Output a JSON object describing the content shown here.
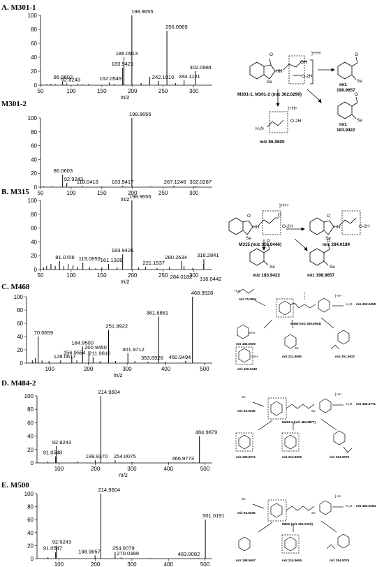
{
  "chart_data": [
    {
      "id": "m301-1",
      "type": "bar",
      "title": "A. M301-1",
      "xlabel": "m/z",
      "ylabel": "",
      "xlim": [
        50,
        330
      ],
      "ylim": [
        0,
        100
      ],
      "xticks": [
        50,
        100,
        150,
        200,
        250,
        300
      ],
      "yticks": [
        0,
        20,
        40,
        60,
        80,
        100
      ],
      "peaks": [
        {
          "x": 52,
          "y": 1
        },
        {
          "x": 60,
          "y": 1.5
        },
        {
          "x": 67,
          "y": 2
        },
        {
          "x": 74,
          "y": 1.5
        },
        {
          "x": 86.0602,
          "y": 5,
          "label": "86.0602"
        },
        {
          "x": 92.9243,
          "y": 2.5,
          "label": "92.9243"
        },
        {
          "x": 110,
          "y": 2
        },
        {
          "x": 118,
          "y": 1.5
        },
        {
          "x": 128,
          "y": 1.5
        },
        {
          "x": 162.0549,
          "y": 4,
          "label": "162.0549"
        },
        {
          "x": 170,
          "y": 2
        },
        {
          "x": 183.9421,
          "y": 25,
          "label": "183.9421"
        },
        {
          "x": 186.0913,
          "y": 40,
          "label": "186.0913"
        },
        {
          "x": 198.9655,
          "y": 100,
          "label": "198.9655"
        },
        {
          "x": 214,
          "y": 3
        },
        {
          "x": 228,
          "y": 12
        },
        {
          "x": 242.101,
          "y": 6,
          "label": "242.1010"
        },
        {
          "x": 256.0969,
          "y": 78,
          "label": "256.0969"
        },
        {
          "x": 270,
          "y": 3
        },
        {
          "x": 284.1121,
          "y": 7,
          "label": "284.1121"
        },
        {
          "x": 302.0984,
          "y": 20,
          "label": "302.0984"
        }
      ]
    },
    {
      "id": "m301-2",
      "type": "bar",
      "title": "M301-2",
      "xlabel": "m/z",
      "ylabel": "",
      "xlim": [
        50,
        330
      ],
      "ylim": [
        0,
        100
      ],
      "xticks": [
        50,
        100,
        150,
        200,
        250,
        300
      ],
      "yticks": [
        0,
        20,
        40,
        60,
        80,
        100
      ],
      "peaks": [
        {
          "x": 55,
          "y": 1
        },
        {
          "x": 70,
          "y": 1
        },
        {
          "x": 86.0603,
          "y": 18,
          "label": "86.0603"
        },
        {
          "x": 92.9243,
          "y": 6,
          "label": "92.9243"
        },
        {
          "x": 118.0418,
          "y": 2,
          "label": "118.0418"
        },
        {
          "x": 150,
          "y": 1
        },
        {
          "x": 183.9417,
          "y": 2,
          "label": "183.9417"
        },
        {
          "x": 198.9656,
          "y": 100,
          "label": "198.9656"
        },
        {
          "x": 230,
          "y": 1
        },
        {
          "x": 267.1246,
          "y": 2,
          "label": "267.1246"
        },
        {
          "x": 302.0287,
          "y": 2,
          "label": "302.0287"
        }
      ]
    },
    {
      "id": "m315",
      "type": "bar",
      "title": "B. M315",
      "xlabel": "m/z",
      "ylabel": "",
      "xlim": [
        50,
        330
      ],
      "ylim": [
        0,
        100
      ],
      "xticks": [
        50,
        100,
        150,
        200,
        250,
        300
      ],
      "yticks": [
        0,
        20,
        40,
        60,
        80,
        100
      ],
      "peaks": [
        {
          "x": 55,
          "y": 3
        },
        {
          "x": 60,
          "y": 5
        },
        {
          "x": 67,
          "y": 8
        },
        {
          "x": 74,
          "y": 5
        },
        {
          "x": 81.0706,
          "y": 12,
          "label": "81.0706"
        },
        {
          "x": 88,
          "y": 5
        },
        {
          "x": 95,
          "y": 8
        },
        {
          "x": 103,
          "y": 6
        },
        {
          "x": 110,
          "y": 4
        },
        {
          "x": 119.0859,
          "y": 10,
          "label": "119.0859"
        },
        {
          "x": 130,
          "y": 3
        },
        {
          "x": 140,
          "y": 2
        },
        {
          "x": 150,
          "y": 3
        },
        {
          "x": 161.1328,
          "y": 8,
          "label": "161.1328"
        },
        {
          "x": 175,
          "y": 3
        },
        {
          "x": 183.9426,
          "y": 22,
          "label": "183.9426"
        },
        {
          "x": 198.9656,
          "y": 100,
          "label": "198.9656"
        },
        {
          "x": 210,
          "y": 3
        },
        {
          "x": 221.1537,
          "y": 4,
          "label": "221.1537"
        },
        {
          "x": 240,
          "y": 2
        },
        {
          "x": 260,
          "y": 3
        },
        {
          "x": 280.2634,
          "y": 12,
          "label": "280.2634"
        },
        {
          "x": 284.0182,
          "y": 5,
          "label": "284.0182"
        },
        {
          "x": 298,
          "y": 2
        },
        {
          "x": 316.2841,
          "y": 15,
          "label": "316.2841"
        },
        {
          "x": 316.0442,
          "y": 8,
          "label": "316.0442"
        }
      ]
    },
    {
      "id": "m468",
      "type": "bar",
      "title": "C. M468",
      "xlabel": "m/z",
      "ylabel": "",
      "xlim": [
        40,
        520
      ],
      "ylim": [
        0,
        100
      ],
      "xticks": [
        100,
        200,
        300,
        400,
        500
      ],
      "yticks": [
        0,
        20,
        40,
        60,
        80,
        100
      ],
      "peaks": [
        {
          "x": 55,
          "y": 4
        },
        {
          "x": 63,
          "y": 8
        },
        {
          "x": 70.0659,
          "y": 40,
          "label": "70.0659"
        },
        {
          "x": 80,
          "y": 4
        },
        {
          "x": 98,
          "y": 3
        },
        {
          "x": 128.0617,
          "y": 4,
          "label": "128.0617"
        },
        {
          "x": 156.9554,
          "y": 10,
          "label": "156.9554"
        },
        {
          "x": 170,
          "y": 4
        },
        {
          "x": 184.95,
          "y": 25,
          "label": "184.9500"
        },
        {
          "x": 200.945,
          "y": 18,
          "label": "200.9450"
        },
        {
          "x": 211.961,
          "y": 9,
          "label": "211.9610"
        },
        {
          "x": 230,
          "y": 3
        },
        {
          "x": 251.9922,
          "y": 50,
          "label": "251.9922"
        },
        {
          "x": 270,
          "y": 3
        },
        {
          "x": 301.9712,
          "y": 15,
          "label": "301.9712"
        },
        {
          "x": 320,
          "y": 3
        },
        {
          "x": 353.8926,
          "y": 2,
          "label": "353.8926"
        },
        {
          "x": 381.8881,
          "y": 70,
          "label": "381.8881"
        },
        {
          "x": 400,
          "y": 2
        },
        {
          "x": 450.9494,
          "y": 3,
          "label": "450.9494"
        },
        {
          "x": 468.9528,
          "y": 100,
          "label": "468.9528"
        }
      ]
    },
    {
      "id": "m484-2",
      "type": "bar",
      "title": "D. M484-2",
      "xlabel": "m/z",
      "ylabel": "",
      "xlim": [
        40,
        520
      ],
      "ylim": [
        0,
        100
      ],
      "xticks": [
        100,
        200,
        300,
        400,
        500
      ],
      "yticks": [
        0,
        20,
        40,
        60,
        80,
        100
      ],
      "peaks": [
        {
          "x": 70,
          "y": 2
        },
        {
          "x": 91.0548,
          "y": 10,
          "label": "91.0548"
        },
        {
          "x": 92.9243,
          "y": 25,
          "label": "92.9243"
        },
        {
          "x": 150,
          "y": 2
        },
        {
          "x": 199.937,
          "y": 4,
          "label": "199.9370"
        },
        {
          "x": 214.9604,
          "y": 100,
          "label": "214.9604"
        },
        {
          "x": 254.0075,
          "y": 4,
          "label": "254.0075"
        },
        {
          "x": 300,
          "y": 1
        },
        {
          "x": 400,
          "y": 1
        },
        {
          "x": 466.9773,
          "y": 1,
          "label": "466.9773"
        },
        {
          "x": 484.9879,
          "y": 40,
          "label": "484.9879"
        }
      ]
    },
    {
      "id": "m500",
      "type": "bar",
      "title": "E. M500",
      "xlabel": "m/z",
      "ylabel": "",
      "xlim": [
        40,
        520
      ],
      "ylim": [
        0,
        100
      ],
      "xticks": [
        100,
        200,
        300,
        400,
        500
      ],
      "yticks": [
        0,
        20,
        40,
        60,
        80,
        100
      ],
      "peaks": [
        {
          "x": 70,
          "y": 2
        },
        {
          "x": 91.0547,
          "y": 10,
          "label": "91.0547"
        },
        {
          "x": 92.9243,
          "y": 20,
          "label": "92.9243"
        },
        {
          "x": 198.9657,
          "y": 5,
          "label": "198.9657"
        },
        {
          "x": 214.9604,
          "y": 100,
          "label": "214.9604"
        },
        {
          "x": 254.0079,
          "y": 10,
          "label": "254.0079"
        },
        {
          "x": 270.0399,
          "y": 2,
          "label": "270.0399"
        },
        {
          "x": 350,
          "y": 1
        },
        {
          "x": 483.0082,
          "y": 1,
          "label": "483.0082"
        },
        {
          "x": 501.0191,
          "y": 60,
          "label": "501.0191"
        }
      ]
    }
  ],
  "schemes": {
    "a": {
      "parent": "M301-1, M301-2 (m/z 302.0290)",
      "charge": "]+H+",
      "oh": "OH",
      "o2h": "O-2H",
      "hn": "HN",
      "se": "Se",
      "frag1_mz": "m/z",
      "frag1_val": "198.9657",
      "frag2_mz": "m/z",
      "frag2_val": "183.9422",
      "frag3": "m/z 86.0600",
      "h2n": "H₂N"
    },
    "b": {
      "parent": "M315 (m/z 316.0446)",
      "charge": "]+H+",
      "f1": "m/z 284.0184",
      "f2": "m/z 183.9422",
      "f3": "m/z 198.9657",
      "o2h": "O-2H",
      "hn": "HN",
      "se": "Se"
    },
    "c": {
      "charge": "]+H+",
      "parent": "M468 (m/z 468.9564)",
      "f_h2o": "-H₂O",
      "f_450": "m/z 450.9458",
      "f_70": "m/z 70.0651",
      "f_184": "m/z 184.9500",
      "f_200": "m/z 200.9449",
      "f_211": "m/z 211.9609",
      "f_251": "m/z 251.9922",
      "seh": "SeH",
      "h2n": "H₂N",
      "se": "Se"
    },
    "d": {
      "charge": "]+H+",
      "parent": "M484-2 (m/z 484.9877)",
      "f_h2o": "-H₂O",
      "f_466": "m/z 466.9771",
      "f_92": "m/z 92.9238",
      "f_199": "m/z 199.9371",
      "f_214": "m/z 214.9606",
      "f_254": "m/z 254.0079",
      "se": "Se",
      "hn": "HN"
    },
    "e": {
      "charge": "]+H+",
      "parent": "M500 (m/z 501.0190)",
      "f_h2o": "-H₂O",
      "f_483": "m/z 483.0084",
      "f_92": "m/z 92.9238",
      "f_198": "m/z 198.9657",
      "f_214": "m/z 214.9606",
      "f_254": "m/z 254.0079",
      "se": "Se",
      "hn": "HN"
    }
  }
}
